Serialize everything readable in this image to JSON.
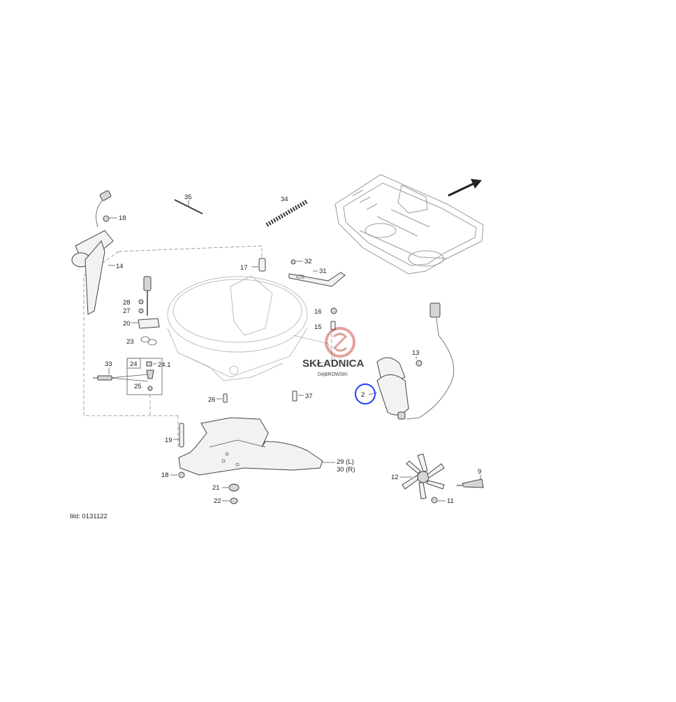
{
  "diagram": {
    "callouts": {
      "c35": "35",
      "c34": "34",
      "c18a": "18",
      "c14": "14",
      "c17": "17",
      "c32": "32",
      "c31": "31",
      "c28": "28",
      "c27": "27",
      "c20": "20",
      "c16": "16",
      "c15": "15",
      "c23": "23",
      "c33": "33",
      "c24": "24",
      "c241": "24.1",
      "c25": "25",
      "c13": "13",
      "c2": "2",
      "c26": "26",
      "c37": "37",
      "c19": "19",
      "c29": "29 (L)",
      "c30": "30 (R)",
      "c18b": "18",
      "c21": "21",
      "c22": "22",
      "c12": "12",
      "c9": "9",
      "c11": "11"
    },
    "image_id_label": "Iild: 0131122"
  },
  "watermark": {
    "brand": "SKŁADNICA",
    "sub": "DĄBROWSKI",
    "color": "#c0392b"
  },
  "highlight": {
    "color": "#1f3cff"
  }
}
